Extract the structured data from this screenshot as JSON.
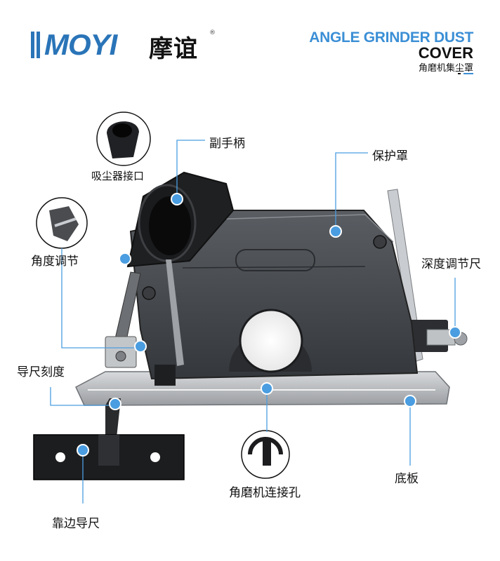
{
  "brand": {
    "logo_text": "MOYI",
    "logo_cn": "摩谊",
    "registered_mark": "®"
  },
  "title": {
    "line1": "ANGLE GRINDER DUST",
    "line2": "COVER",
    "subtitle_cn": "角磨机集尘罩"
  },
  "labels": {
    "auxiliary_handle": "副手柄",
    "dust_port": "吸尘器接口",
    "guard": "保护罩",
    "angle_adjust": "角度调节",
    "depth_ruler": "深度调节尺",
    "guide_scale": "导尺刻度",
    "grinder_hole": "角磨机连接孔",
    "base_plate": "底板",
    "edge_guide": "靠边导尺"
  },
  "colors": {
    "brand_blue": "#2a74b8",
    "accent_blue": "#3b8fd6",
    "dot_blue": "#4a9de0",
    "text": "#111111"
  }
}
